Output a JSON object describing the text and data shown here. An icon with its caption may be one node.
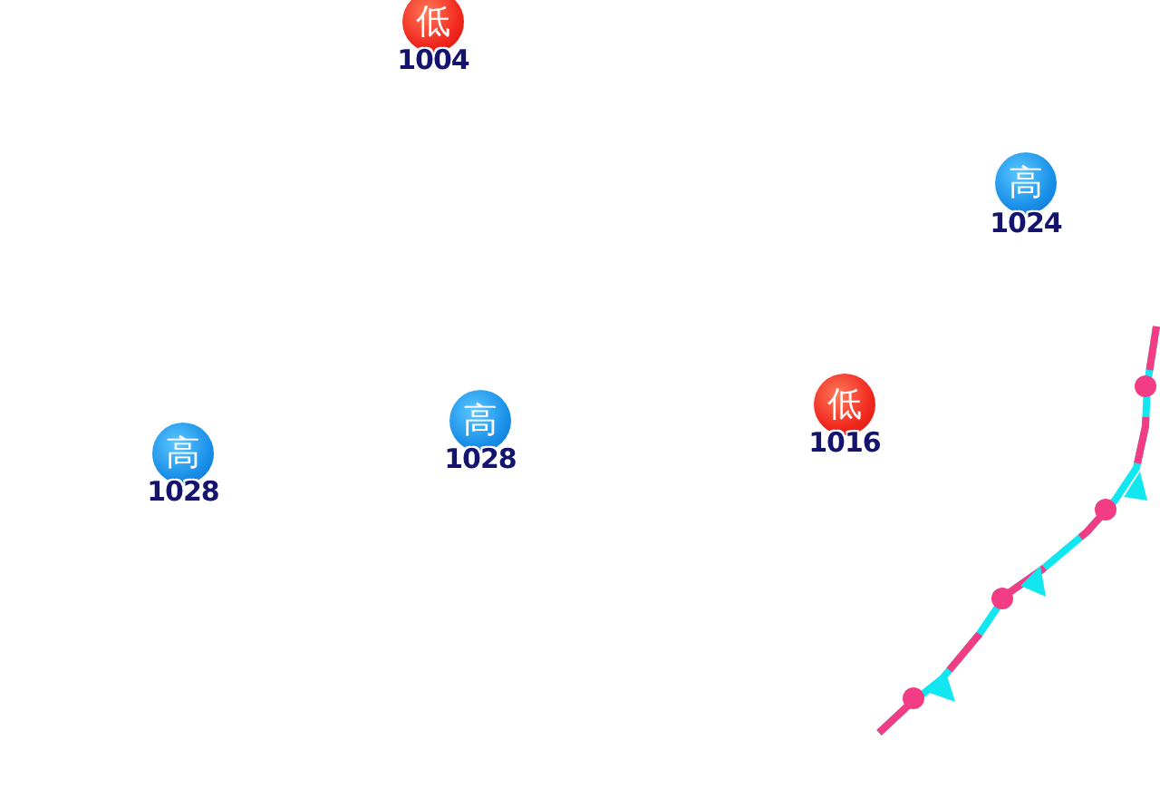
{
  "diagram": {
    "nodes": [
      {
        "text": [
          "低"
        ],
        "beside": [
          "1004"
        ]
      },
      {
        "text": [
          "高"
        ],
        "beside": [
          "1024"
        ]
      },
      {
        "text": [
          "高"
        ],
        "beside": [
          "1028"
        ]
      },
      {
        "text": [
          "高"
        ],
        "beside": [
          "1028"
        ]
      },
      {
        "text": [
          "低"
        ],
        "beside": [
          "1016"
        ]
      }
    ]
  }
}
